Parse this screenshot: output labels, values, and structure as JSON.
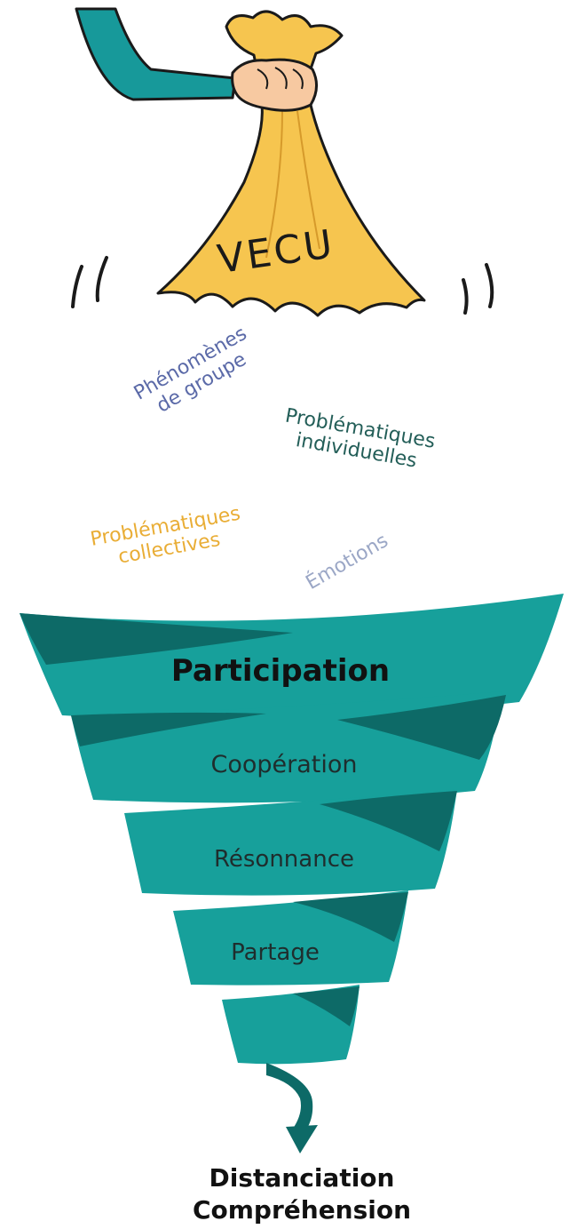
{
  "bag": {
    "text": "VECU"
  },
  "floating_labels": [
    {
      "lines": [
        "Phénomènes",
        "de groupe"
      ],
      "color": "#5b6aa8"
    },
    {
      "lines": [
        "Problématiques",
        "individuelles"
      ],
      "color": "#235e58"
    },
    {
      "lines": [
        "Problématiques",
        "collectives"
      ],
      "color": "#e9ad35"
    },
    {
      "lines": [
        "Émotions"
      ],
      "color": "#9ba7c6"
    }
  ],
  "funnel": {
    "levels": [
      "Participation",
      "Coopération",
      "Résonnance",
      "Partage"
    ],
    "colors": {
      "main": "#17a09b",
      "shade": "#0d6a67"
    }
  },
  "outcomes": [
    "Distanciation",
    "Compréhension"
  ]
}
